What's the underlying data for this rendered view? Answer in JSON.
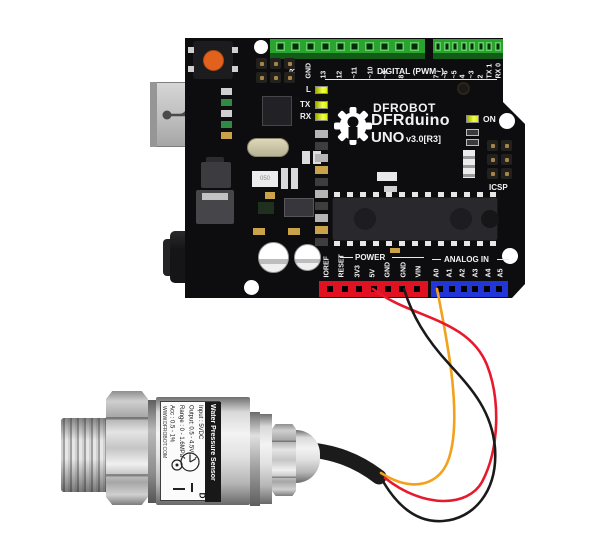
{
  "board": {
    "brand": "DFROBOT",
    "model": "DFRduino",
    "version": "UNO",
    "version_suffix": "v3.0[R3]",
    "digital_section_label": "DIGITAL (PWM~)",
    "digital_pins_left": [
      "AREF",
      "GND",
      "13",
      "12",
      "~11",
      "~10",
      "~9",
      "8"
    ],
    "digital_pins_right": [
      "7",
      "~6",
      "~5",
      "4",
      "~3",
      "2",
      "TX 1",
      "RX 0"
    ],
    "power_section_label": "POWER",
    "power_pins": [
      "IOREF",
      "RESET",
      "3V3",
      "5V",
      "GND",
      "GND",
      "VIN"
    ],
    "analog_section_label": "ANALOG IN",
    "analog_pins": [
      "A0",
      "A1",
      "A2",
      "A3",
      "A4",
      "A5"
    ],
    "led_l_label": "L",
    "led_tx_label": "TX",
    "led_rx_label": "RX",
    "led_on_label": "ON",
    "icsp_label": "ICSP",
    "chip_marking": "050",
    "colors": {
      "pcb": "#0d0d0f",
      "terminal_green": "#2aa330",
      "power_header_red": "#e01222",
      "analog_header_blue": "#2236d8",
      "reset_button_orange": "#e2611c"
    }
  },
  "sensor": {
    "title": "Water Pressure Sensor",
    "specs": [
      "Input : 5VDC",
      "Output: 0.5 - 4.5V",
      "Range : 0 - 1.6MPa",
      "Acc : 0.5 - 1%"
    ],
    "website": "WWW.DFROBOT.COM",
    "logo_mark": "D"
  },
  "wiring": {
    "wires": [
      {
        "name": "power-wire",
        "connects": "5V",
        "color": "#e8192c"
      },
      {
        "name": "ground-wire",
        "connects": "GND",
        "color": "#1a1a1a"
      },
      {
        "name": "signal-wire",
        "connects": "A0",
        "color": "#f3a11b"
      }
    ],
    "cable_color": "#1b1b1b"
  }
}
